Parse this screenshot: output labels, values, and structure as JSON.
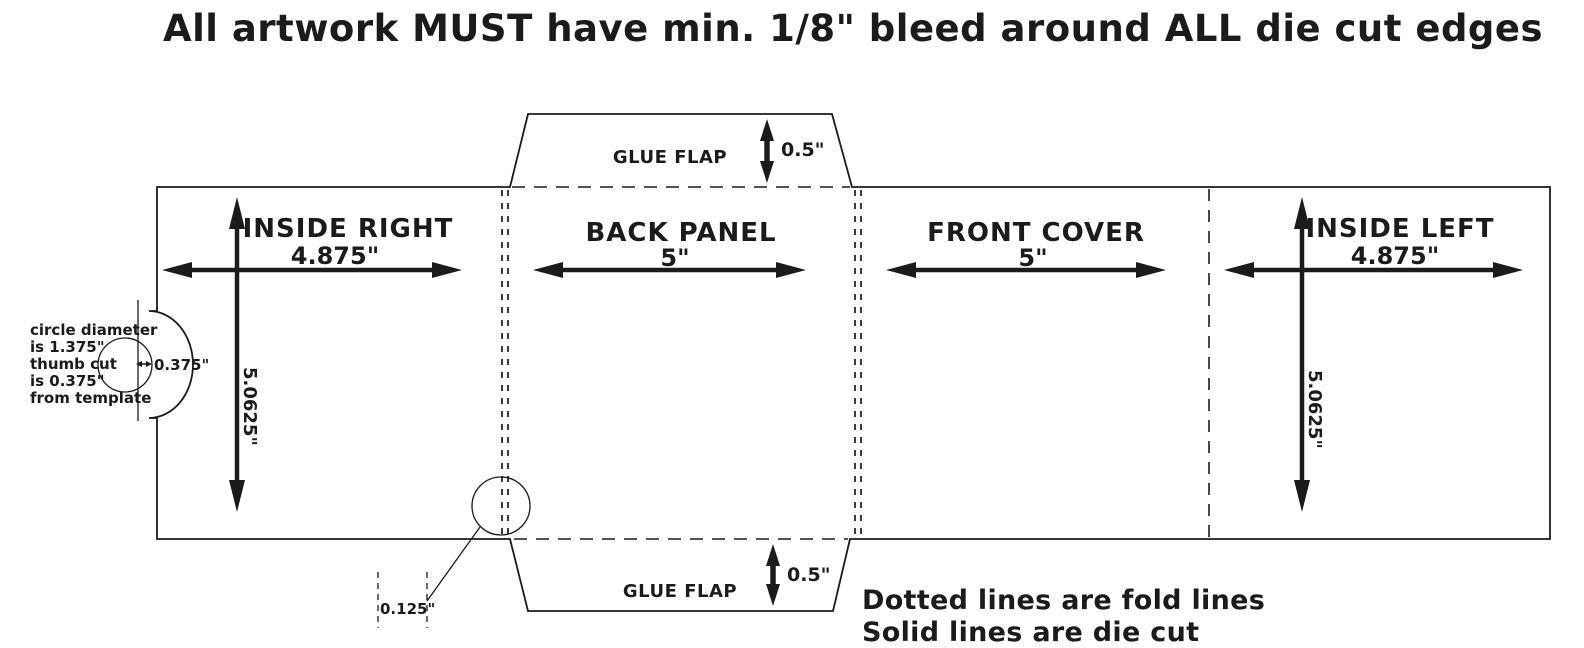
{
  "title": "All artwork MUST have min. 1/8\" bleed around ALL die cut edges",
  "panels": [
    {
      "name": "INSIDE RIGHT",
      "width": "4.875\""
    },
    {
      "name": "BACK PANEL",
      "width": "5\""
    },
    {
      "name": "FRONT COVER",
      "width": "5\""
    },
    {
      "name": "INSIDE LEFT",
      "width": "4.875\""
    }
  ],
  "side_heights": {
    "left": "5.0625\"",
    "right": "5.0625\""
  },
  "glue_flaps": {
    "top": {
      "label": "GLUE FLAP",
      "height": "0.5\""
    },
    "bottom": {
      "label": "GLUE FLAP",
      "height": "0.5\""
    }
  },
  "thumb_cut_note": {
    "lines": [
      "circle diameter",
      "is 1.375\"",
      "thumb cut",
      "is 0.375\"",
      "from template"
    ],
    "offset": "0.375\""
  },
  "corner_gap": "0.125\"",
  "legend": [
    "Dotted lines are fold lines",
    "Solid lines are die cut"
  ],
  "colors": {
    "line": "#1b1b1b",
    "background": "#ffffff"
  }
}
